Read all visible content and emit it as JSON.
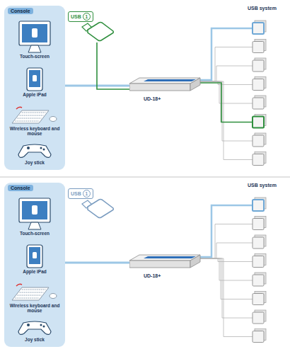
{
  "diagram": {
    "nodes": [
      {
        "text": [
          "Console"
        ]
      },
      {
        "text": [
          "Touch-screen"
        ],
        "in": 0
      },
      {
        "text": [
          "Apple iPad"
        ],
        "in": 0
      },
      {
        "text": [
          "Wireless keyboard and mouse"
        ],
        "in": 0
      },
      {
        "text": [
          "Joy stick"
        ],
        "in": 0
      },
      {
        "text": [
          "USB",
          "1"
        ]
      },
      {
        "text": [
          "UD-18+"
        ]
      },
      {
        "text": [
          "Console"
        ]
      },
      {
        "text": [
          "Touch-screen"
        ],
        "in": 7
      },
      {
        "text": [
          "Apple iPad"
        ],
        "in": 7
      },
      {
        "text": [
          "Wireless keyboard and mouse"
        ],
        "in": 7
      },
      {
        "text": [
          "Joy stick"
        ],
        "in": 7
      },
      {
        "text": [
          "USB",
          "1"
        ]
      },
      {
        "text": [
          "UD-18+"
        ]
      }
    ],
    "edges": [
      {
        "from": 0,
        "to": 6,
        "arrow": "none"
      },
      {
        "from": 5,
        "to": 6,
        "arrow": "none"
      },
      {
        "from": 7,
        "to": 13,
        "arrow": "none"
      }
    ],
    "labels": [
      "USB system",
      "USB system"
    ]
  }
}
